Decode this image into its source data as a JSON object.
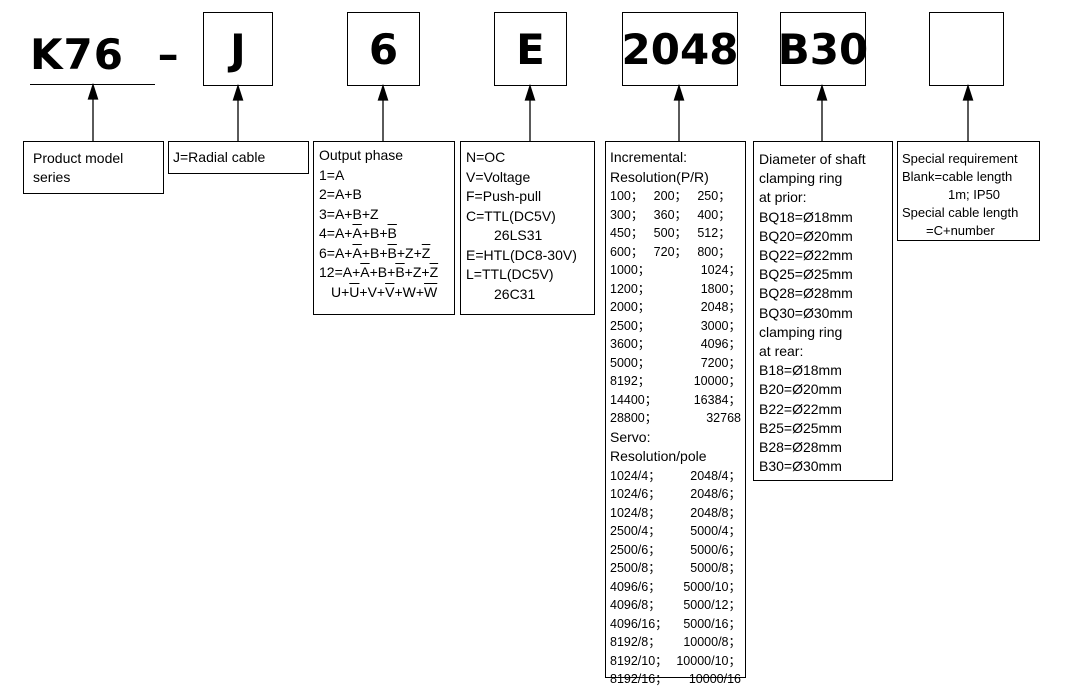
{
  "model": {
    "prefix": "K76",
    "dash": "–"
  },
  "codes": [
    "J",
    "6",
    "E",
    "2048",
    "B30",
    ""
  ],
  "product": {
    "lines": [
      "Product model",
      "series"
    ]
  },
  "cable": {
    "text": "J=Radial cable"
  },
  "output": {
    "title": "Output phase",
    "lines": [
      "1=A",
      "2=A+B",
      "3=A+B+Z"
    ],
    "line4": "4=A+A+B+B",
    "line6": "6=A+A+B+B+Z+Z",
    "line12": "12=A+A+B+B+Z+Z",
    "line_uvw": "U+U+V+V+W+W"
  },
  "interface": {
    "lines": [
      "N=OC",
      "V=Voltage",
      "F=Push-pull",
      "C=TTL(DC5V)",
      "26LS31",
      "E=HTL(DC8-30V)",
      "L=TTL(DC5V)",
      "26C31"
    ]
  },
  "resolution": {
    "incremental_title": "Incremental:",
    "incremental_sub": "Resolution(P/R)",
    "row3": [
      [
        "100；",
        "200；",
        "250；"
      ],
      [
        "300；",
        "360；",
        "400；"
      ],
      [
        "450；",
        "500；",
        "512；"
      ],
      [
        "600；",
        "720；",
        "800；"
      ]
    ],
    "row2": [
      [
        "1000；",
        "1024；"
      ],
      [
        "1200；",
        "1800；"
      ],
      [
        "2000；",
        "2048；"
      ],
      [
        "2500；",
        "3000；"
      ],
      [
        "3600；",
        "4096；"
      ],
      [
        "5000；",
        "7200；"
      ],
      [
        "8192；",
        "10000；"
      ],
      [
        "14400；",
        "16384；"
      ],
      [
        "28800；",
        "32768"
      ]
    ],
    "servo_title": "Servo:",
    "servo_sub": "Resolution/pole",
    "servo": [
      [
        "1024/4；",
        "2048/4；"
      ],
      [
        "1024/6；",
        "2048/6；"
      ],
      [
        "1024/8；",
        "2048/8；"
      ],
      [
        "2500/4；",
        "5000/4；"
      ],
      [
        "2500/6；",
        "5000/6；"
      ],
      [
        "2500/8；",
        "5000/8；"
      ],
      [
        "4096/6；",
        "5000/10；"
      ],
      [
        "4096/8；",
        "5000/12；"
      ],
      [
        "4096/16；",
        "5000/16；"
      ],
      [
        "8192/8；",
        "10000/8；"
      ],
      [
        "8192/10；",
        "10000/10；"
      ],
      [
        "8192/16；",
        "10000/16"
      ]
    ]
  },
  "shaft": {
    "lines": [
      "Diameter of shaft",
      "clamping ring",
      "at prior:",
      "BQ18=Ø18mm",
      "BQ20=Ø20mm",
      "BQ22=Ø22mm",
      "BQ25=Ø25mm",
      "BQ28=Ø28mm",
      "BQ30=Ø30mm",
      "clamping ring",
      "at rear:",
      "B18=Ø18mm",
      "B20=Ø20mm",
      "B22=Ø22mm",
      "B25=Ø25mm",
      "B28=Ø28mm",
      "B30=Ø30mm"
    ]
  },
  "special": {
    "lines": [
      "Special requirement",
      "Blank=cable length",
      "1m; IP50",
      "Special cable length",
      "=C+number"
    ]
  }
}
